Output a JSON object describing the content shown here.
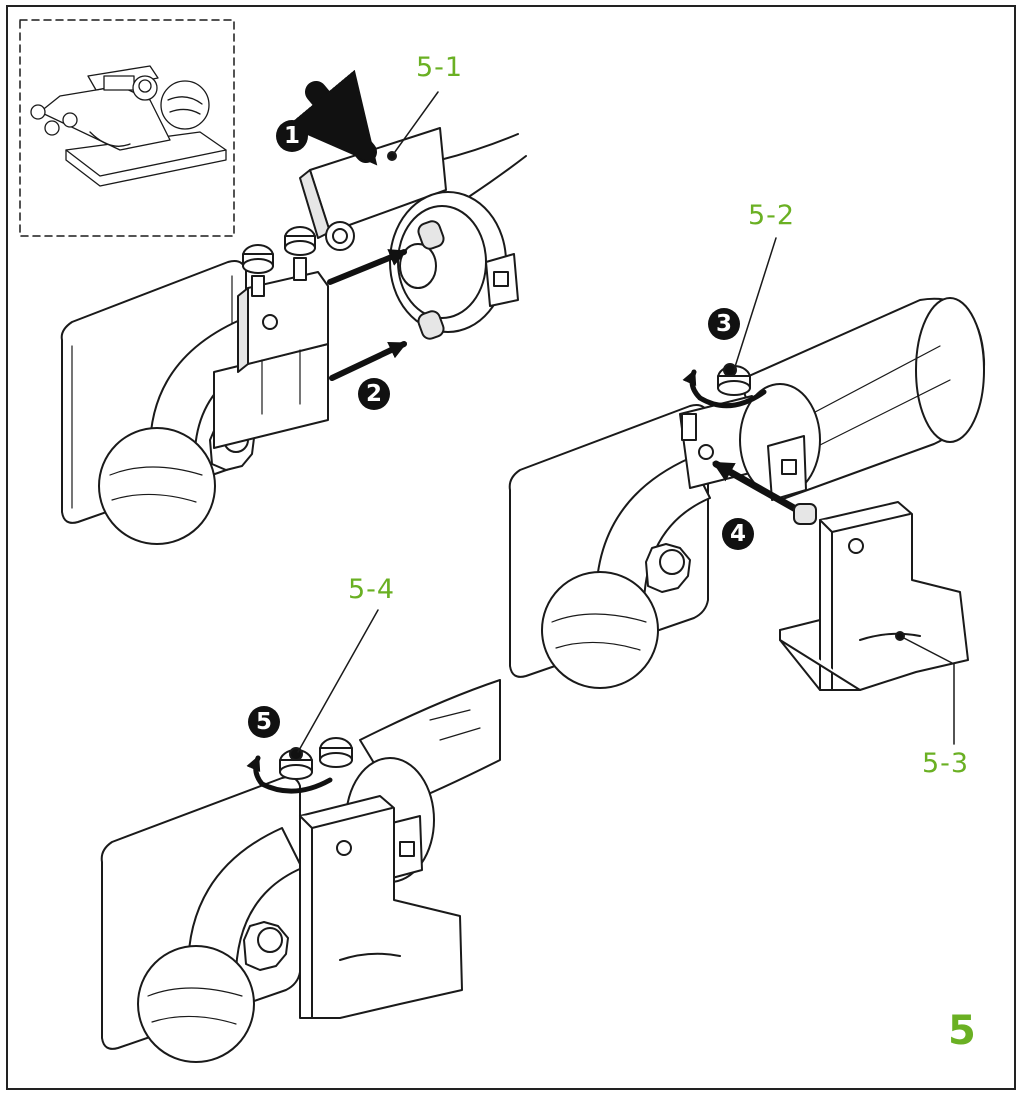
{
  "colors": {
    "accent": "#6ab023",
    "line": "#1a1a1a",
    "fill": "#ffffff",
    "shade": "#e6e6e6"
  },
  "callouts": {
    "c51": "5-1",
    "c52": "5-2",
    "c53": "5-3",
    "c54": "5-4"
  },
  "steps": {
    "s1": "1",
    "s2": "2",
    "s3": "3",
    "s4": "4",
    "s5": "5"
  },
  "figure_number": "5",
  "icons": [
    "push-arrow-icon",
    "insert-arrow-icon",
    "rotate-arrow-icon",
    "leader-dot-icon"
  ]
}
